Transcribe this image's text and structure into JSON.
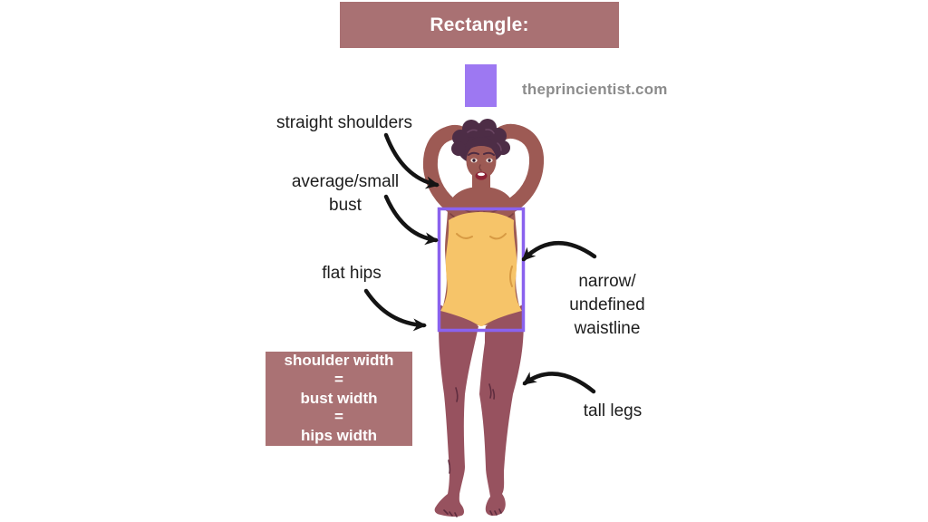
{
  "title_banner": {
    "text": "Rectangle:"
  },
  "brand": {
    "site": "theprincientist.com"
  },
  "annotations": {
    "shoulders": "straight shoulders",
    "bust": "average/small\nbust",
    "hips": "flat hips",
    "waistline": "narrow/\nundefined\nwaistline",
    "legs": "tall legs"
  },
  "summary_box": {
    "text": "shoulder width\n=\nbust width\n=\nhips width"
  },
  "figure": {
    "subject": "woman in yellow strapless swimsuit with arms behind head",
    "overlay": "purple rectangle outline over torso from bust to hips"
  },
  "colors": {
    "banner_bg": "#a97173",
    "box_bg": "#aa7274",
    "swatch": "#9d78f2",
    "rect_outline": "#8a62ee",
    "skin": "#9d5a54",
    "skin_legs": "#97525f",
    "hair": "#4d2d46",
    "suit": "#f6c469",
    "lips": "#8e2336",
    "arrow": "#141414",
    "label_text": "#1d1d1d",
    "site_text": "#8c8c8c"
  }
}
